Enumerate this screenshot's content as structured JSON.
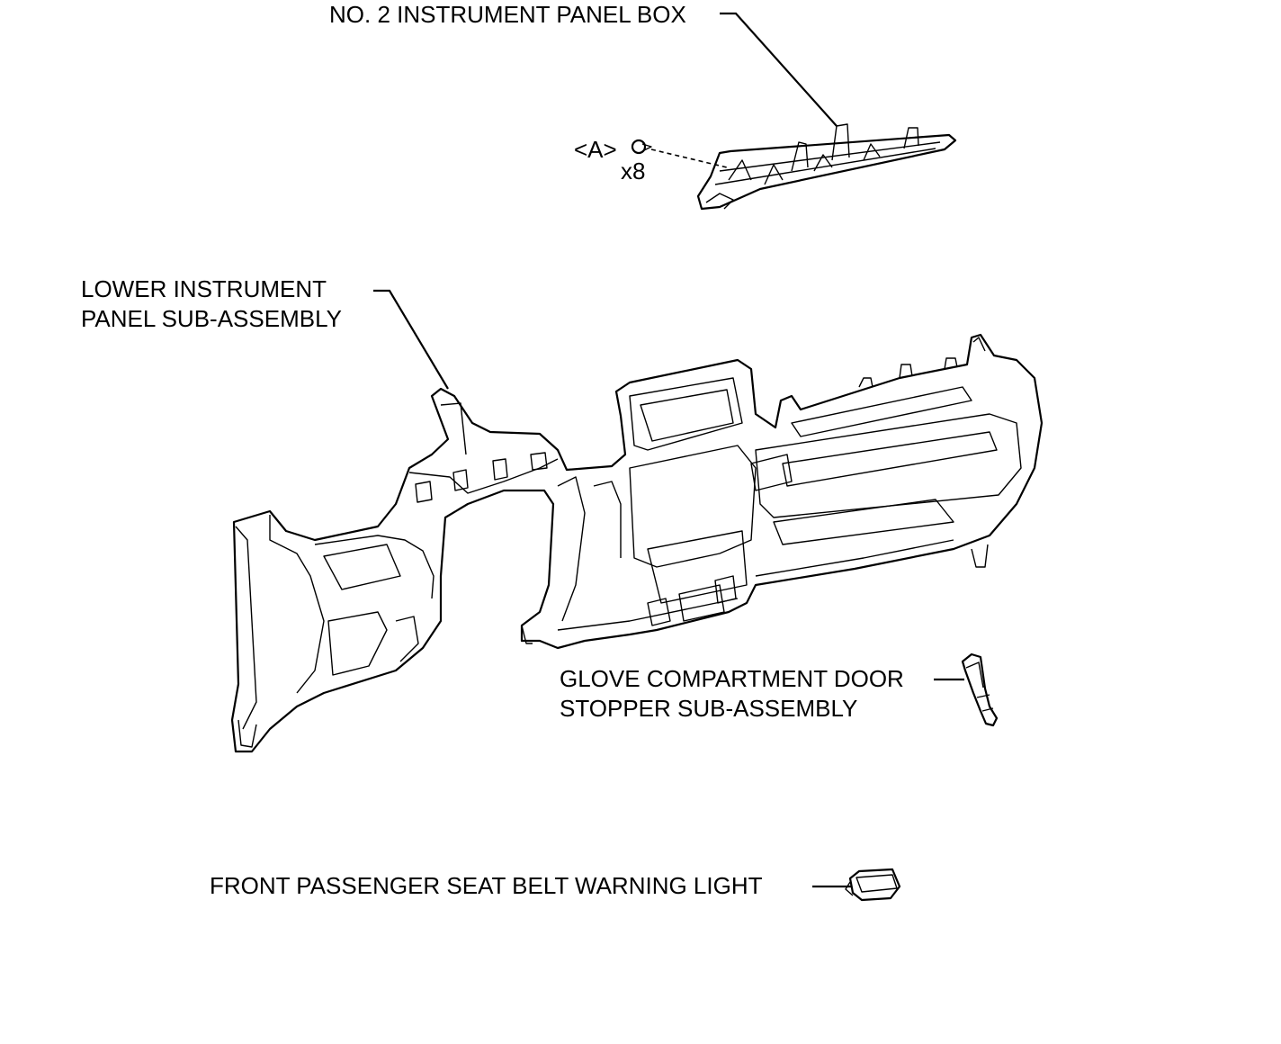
{
  "labels": {
    "instrument_panel_box": "NO. 2 INSTRUMENT PANEL BOX",
    "fastener_ref": "<A>",
    "fastener_qty": "x8",
    "lower_panel_line1": "LOWER INSTRUMENT",
    "lower_panel_line2": "PANEL SUB-ASSEMBLY",
    "glove_stopper_line1": "GLOVE COMPARTMENT DOOR",
    "glove_stopper_line2": "STOPPER SUB-ASSEMBLY",
    "seat_belt_light": "FRONT PASSENGER SEAT BELT WARNING LIGHT"
  },
  "colors": {
    "line": "#000000",
    "background": "#ffffff"
  }
}
